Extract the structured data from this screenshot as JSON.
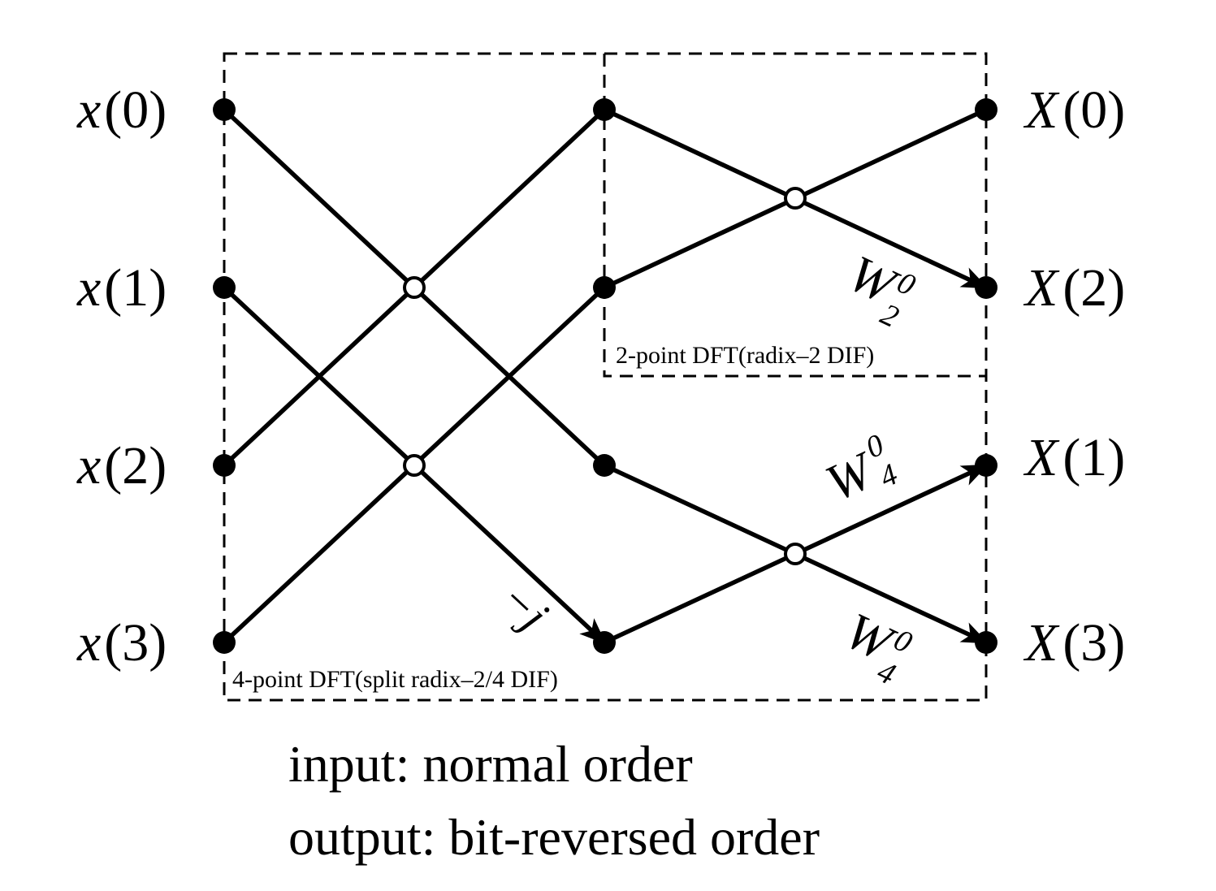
{
  "inputs": {
    "var": "x",
    "labels": [
      "(0)",
      "(1)",
      "(2)",
      "(3)"
    ]
  },
  "outputs": {
    "var": "X",
    "labels": [
      "(0)",
      "(2)",
      "(1)",
      "(3)"
    ]
  },
  "twiddles": {
    "minus_j": "−j",
    "w2": {
      "base": "W",
      "sub": "2",
      "sup": "0"
    },
    "w4_upper": {
      "base": "W",
      "sub": "4",
      "sup": "0"
    },
    "w4_lower": {
      "base": "W",
      "sub": "4",
      "sup": "0"
    }
  },
  "boxes": {
    "outer_caption": "4-point DFT(split radix–2/4 DIF)",
    "inner_caption": "2-point DFT(radix–2 DIF)"
  },
  "notes": {
    "line1": "input: normal order",
    "line2": "output: bit-reversed order"
  }
}
